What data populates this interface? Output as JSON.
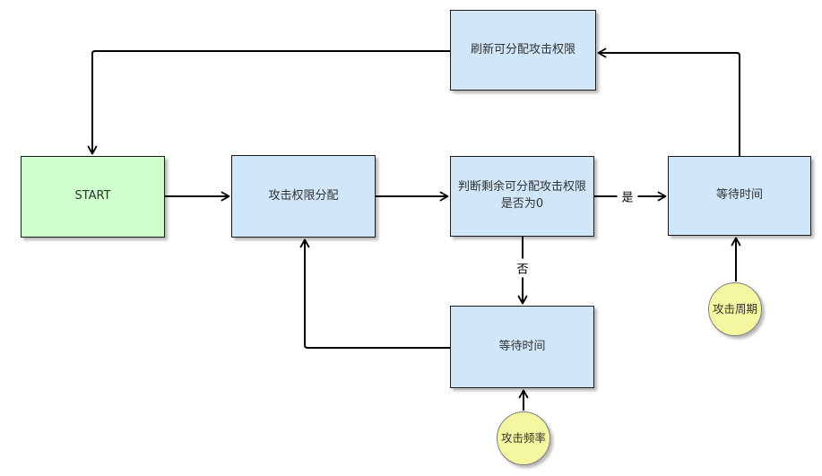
{
  "diagram": {
    "title": "attack-permission-allocation-flowchart",
    "colors": {
      "background": "#ffffff",
      "process_fill": "#cfe7f9",
      "start_fill": "#ccffcc",
      "data_fill": "#f5f7a0",
      "process_border": "#1c1c1c",
      "data_border": "#7f7f7f",
      "line": "#000000",
      "text": "#333333"
    },
    "nodes": {
      "refresh": {
        "label": "刷新可分配攻击权限",
        "shape": "rect",
        "fill": "#cfe7f9"
      },
      "start": {
        "label": "START",
        "shape": "rect",
        "fill": "#ccffcc"
      },
      "allocate": {
        "label": "攻击权限分配",
        "shape": "rect",
        "fill": "#cfe7f9"
      },
      "judge": {
        "label": "判断剩余可分配攻击权限是否为0",
        "shape": "rect",
        "fill": "#cfe7f9"
      },
      "wait_after_yes": {
        "label": "等待时间",
        "shape": "rect",
        "fill": "#cfe7f9"
      },
      "wait_after_no": {
        "label": "等待时间",
        "shape": "rect",
        "fill": "#cfe7f9"
      },
      "attack_cycle": {
        "label": "攻击周期",
        "shape": "circle",
        "fill": "#f5f7a0"
      },
      "attack_frequency": {
        "label": "攻击频率",
        "shape": "circle",
        "fill": "#f5f7a0"
      }
    },
    "edges": [
      {
        "from": "refresh",
        "to": "start",
        "label": ""
      },
      {
        "from": "start",
        "to": "allocate",
        "label": ""
      },
      {
        "from": "allocate",
        "to": "judge",
        "label": ""
      },
      {
        "from": "judge",
        "to": "wait_after_yes",
        "label": "是"
      },
      {
        "from": "judge",
        "to": "wait_after_no",
        "label": "否"
      },
      {
        "from": "wait_after_yes",
        "to": "refresh",
        "label": ""
      },
      {
        "from": "wait_after_no",
        "to": "allocate",
        "label": ""
      },
      {
        "from": "attack_cycle",
        "to": "wait_after_yes",
        "label": ""
      },
      {
        "from": "attack_frequency",
        "to": "wait_after_no",
        "label": ""
      }
    ]
  }
}
